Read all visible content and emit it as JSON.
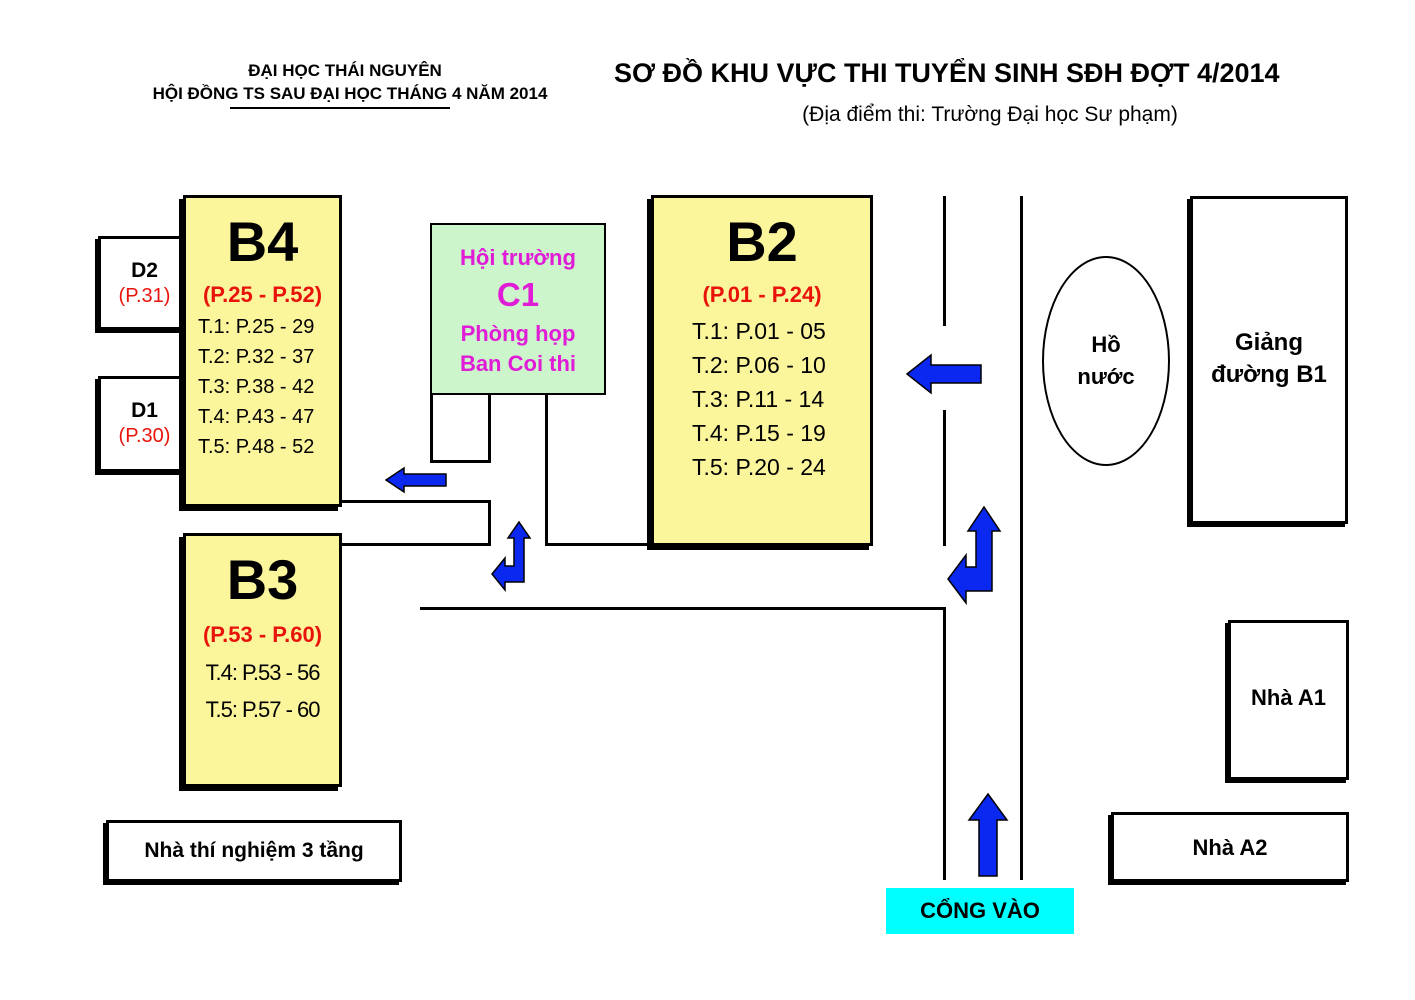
{
  "header": {
    "org_line1": "ĐẠI HỌC THÁI NGUYÊN",
    "org_line2": "HỘI ĐỒNG TS SAU ĐẠI HỌC THÁNG 4 NĂM 2014",
    "title": "SƠ ĐỒ KHU VỰC THI TUYỂN SINH SĐH ĐỢT 4/2014",
    "subtitle": "(Địa điểm thi: Trường Đại học Sư phạm)"
  },
  "buildings": {
    "b4": {
      "name": "B4",
      "range": "(P.25 - P.52)",
      "floors": [
        "T.1:  P.25 - 29",
        "T.2: P.32 - 37",
        "T.3: P.38 - 42",
        "T.4: P.43 - 47",
        "T.5: P.48 - 52"
      ]
    },
    "b3": {
      "name": "B3",
      "range": "(P.53 - P.60)",
      "floors": [
        "T.4:  P.53 - 56",
        "T.5: P.57 - 60"
      ]
    },
    "b2": {
      "name": "B2",
      "range": "(P.01 - P.24)",
      "floors": [
        "T.1:  P.01 - 05",
        "T.2: P.06 - 10",
        "T.3: P.11 - 14",
        "T.4: P.15 - 19",
        "T.5: P.20 - 24"
      ]
    },
    "d2": {
      "name": "D2",
      "room": "(P.31)"
    },
    "d1": {
      "name": "D1",
      "room": "(P.30)"
    },
    "c1": {
      "line1": "Hội trường",
      "name": "C1",
      "line3": "Phòng họp",
      "line4": "Ban Coi thi"
    },
    "lake": {
      "line1": "Hồ",
      "line2": "nước"
    },
    "b1": {
      "line1": "Giảng",
      "line2": "đường B1"
    },
    "a1": {
      "name": "Nhà A1"
    },
    "a2": {
      "name": "Nhà A2"
    },
    "lab": {
      "name": "Nhà thí nghiệm 3 tầng"
    },
    "gate": {
      "name": "CỔNG VÀO"
    }
  },
  "colors": {
    "building_fill": "#fbf59c",
    "hall_fill": "#ccf5cc",
    "gate_fill": "#00ffff",
    "arrow_blue": "#0a28f0",
    "room_red": "#e8140c",
    "hall_magenta": "#e01cd6"
  },
  "icons": [
    "arrow-left-icon",
    "arrow-up-icon",
    "arrow-up-left-icon"
  ]
}
